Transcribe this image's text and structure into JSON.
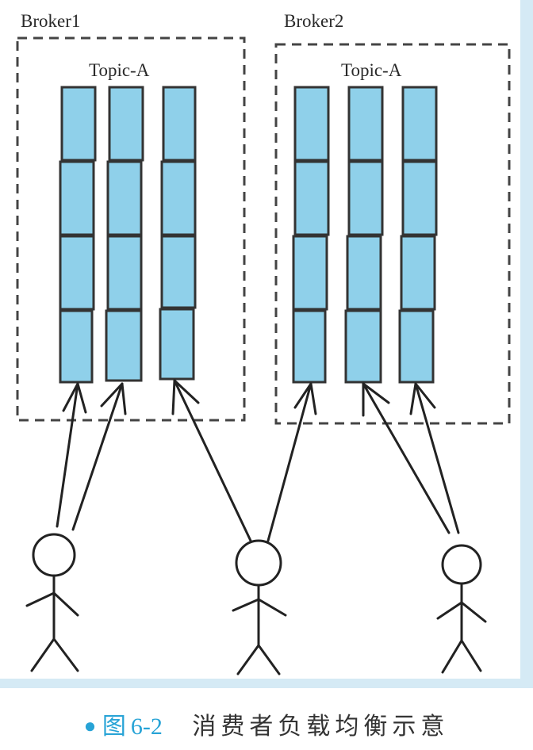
{
  "brokers": [
    {
      "name": "Broker1",
      "topic": "Topic-A"
    },
    {
      "name": "Broker2",
      "topic": "Topic-A"
    }
  ],
  "caption": {
    "figure_prefix": "图",
    "figure_number": "6-2",
    "title": "消费者负载均衡示意"
  },
  "colors": {
    "partition_fill": "#8fd0ea",
    "accent": "#27a3d6",
    "stroke": "#333333",
    "border": "#d5eaf5"
  }
}
